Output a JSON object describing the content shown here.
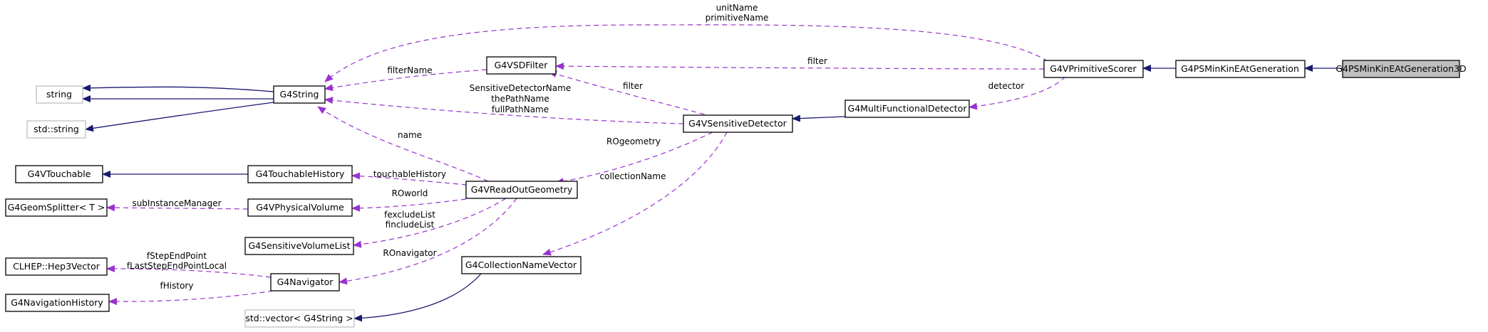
{
  "colors": {
    "inheritance": "#191970",
    "usage": "#9a32cd",
    "node_border": "#000000",
    "external_border": "#bfbfbf",
    "highlight_fill": "#bfbfbf",
    "background": "#ffffff"
  },
  "nodes": {
    "g4psminkineatgeneration3d": "G4PSMinKinEAtGeneration3D",
    "g4psminkineatgeneration": "G4PSMinKinEAtGeneration",
    "g4vprimitivescorer": "G4VPrimitiveScorer",
    "g4vsdfilter": "G4VSDFilter",
    "g4string": "G4String",
    "string": "string",
    "std_string": "std::string",
    "g4multifunctionaldetector": "G4MultiFunctionalDetector",
    "g4vsensitivedetector": "G4VSensitiveDetector",
    "g4vtouchable": "G4VTouchable",
    "g4touchablehistory": "G4TouchableHistory",
    "g4vreadoutgeometry": "G4VReadOutGeometry",
    "g4geomsplitter": "G4GeomSplitter< T >",
    "g4vphysicalvolume": "G4VPhysicalVolume",
    "g4sensitivevolumelist": "G4SensitiveVolumeList",
    "clhep_hep3vector": "CLHEP::Hep3Vector",
    "g4navigator": "G4Navigator",
    "g4navigationhistory": "G4NavigationHistory",
    "g4collectionnamevector": "G4CollectionNameVector",
    "std_vector_g4string": "std::vector< G4String >"
  },
  "edge_labels": {
    "unitname": "unitName",
    "primitivename": "primitiveName",
    "filtername": "filterName",
    "filter_scorer": "filter",
    "filter_sd": "filter",
    "detector": "detector",
    "sensitivedetectorname": "SensitiveDetectorName",
    "thepathname": "thePathName",
    "fullpathname": "fullPathName",
    "name": "name",
    "rogeometry": "ROgeometry",
    "touchablehistory": "touchableHistory",
    "collectionname": "collectionName",
    "subinstancemanager": "subInstanceManager",
    "roworld": "ROworld",
    "fexcludelist": "fexcludeList",
    "fincludelist": "fincludeList",
    "ronavigator": "ROnavigator",
    "fstependpoint": "fStepEndPoint",
    "flaststependpointlocal": "fLastStepEndPointLocal",
    "fhistory": "fHistory"
  }
}
